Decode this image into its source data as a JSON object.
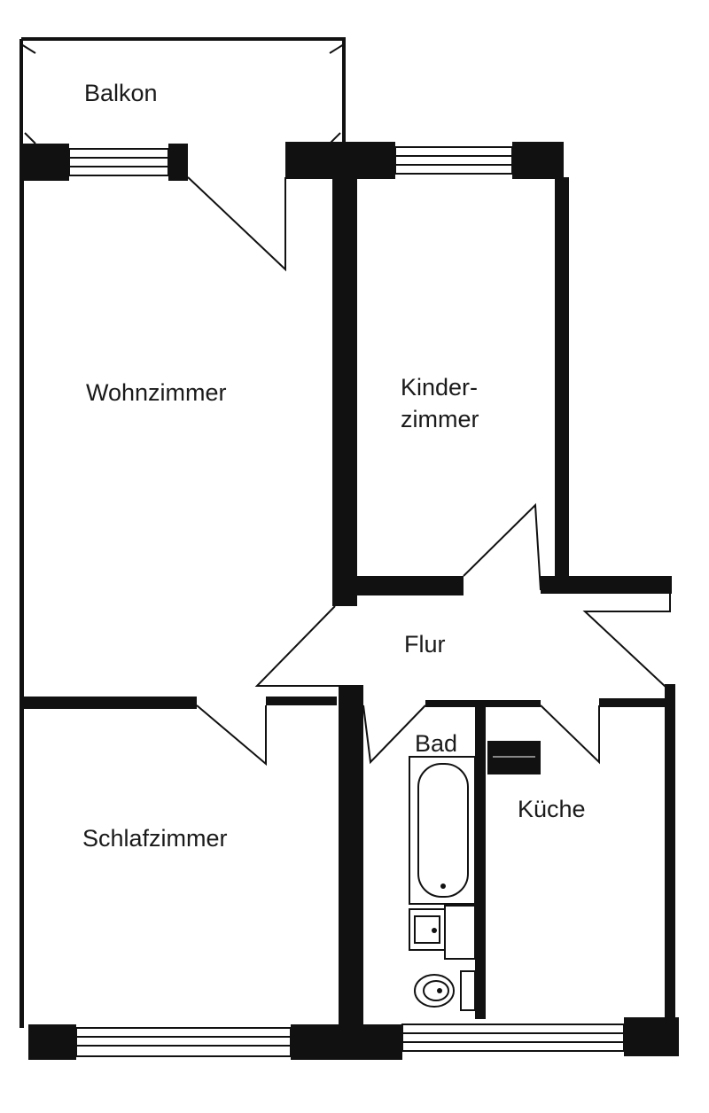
{
  "rooms": {
    "balkon": "Balkon",
    "wohnzimmer": "Wohnzimmer",
    "kinderzimmer_line1": "Kinder-",
    "kinderzimmer_line2": "zimmer",
    "flur": "Flur",
    "bad": "Bad",
    "kueche": "Küche",
    "schlafzimmer": "Schlafzimmer"
  },
  "colors": {
    "wall": "#111111",
    "background": "#ffffff"
  }
}
